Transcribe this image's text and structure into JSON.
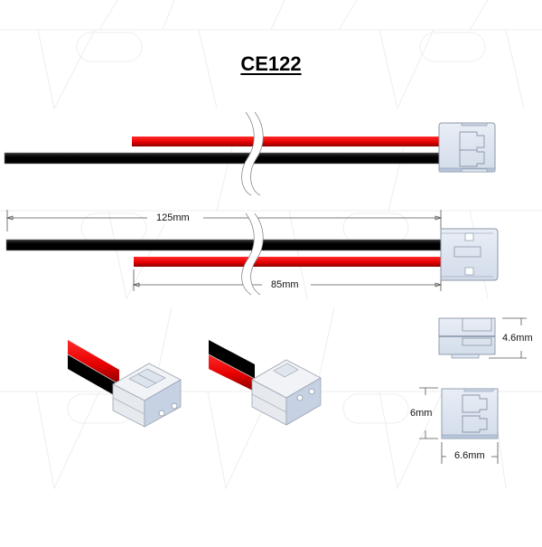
{
  "title": "CE122",
  "colors": {
    "wire_red": "#e60000",
    "wire_black": "#000000",
    "connector_body": "#dde6f2",
    "connector_edge": "#8a96a8",
    "dimension_line": "#555555",
    "watermark": "#eeeeee"
  },
  "views": {
    "top_view": {
      "label": "wire-assembly-top-view"
    },
    "side_view": {
      "label": "wire-assembly-side-view"
    },
    "iso_left": {
      "label": "connector-isometric-front"
    },
    "iso_right": {
      "label": "connector-isometric-back"
    },
    "end_view_side": {
      "label": "connector-side-profile"
    },
    "end_view_front": {
      "label": "connector-front-face"
    }
  },
  "dimensions": {
    "overall_length": "125mm",
    "red_wire_length": "85mm",
    "connector_height": "4.6mm",
    "connector_face_height": "6mm",
    "connector_width": "6.6mm"
  }
}
